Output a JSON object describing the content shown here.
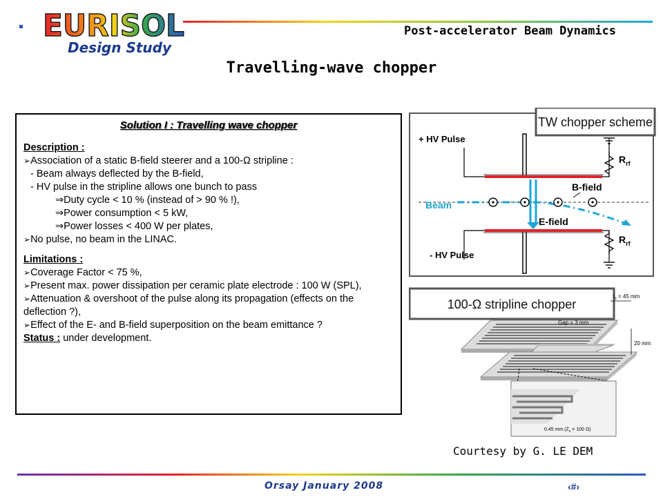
{
  "logo": {
    "main": "EURISOL",
    "sub": "Design Study"
  },
  "header": {
    "title": "Post-accelerator Beam Dynamics"
  },
  "slide": {
    "title": "Travelling-wave chopper"
  },
  "textbox": {
    "title": "Solution I : Travelling wave chopper",
    "description_heading": "Description :",
    "description_items": [
      "Association of a static B-field steerer and a 100-Ω stripline :",
      "- Beam always deflected by the B-field,",
      "- HV pulse in the stripline allows one bunch to pass",
      "Duty cycle < 10 % (instead of > 90 % !),",
      "Power consumption < 5 kW,",
      "Power losses < 400 W per plates,",
      "No pulse, no beam in the LINAC."
    ],
    "limitations_heading": "Limitations :",
    "limitations_items": [
      "Coverage Factor < 75 %,",
      "Present max. power dissipation per ceramic plate electrode : 100 W (SPL),",
      "Attenuation & overshoot of the pulse along its propagation (effects on the deflection ?),",
      "Effect of the E- and B-field superposition on the beam emittance ?"
    ],
    "status_label": "Status :",
    "status_value": " under development."
  },
  "scheme": {
    "title": "TW chopper scheme",
    "hv_plus": "+ HV Pulse",
    "hv_minus": "- HV Pulse",
    "beam": "Beam",
    "bfield": "B-field",
    "efield": "E-field",
    "rrf": "R",
    "rrf_sub": "rf"
  },
  "stripline": {
    "title": "100-Ω stripline chopper",
    "ls": "l",
    "ls_sub": "s",
    "ls_value": " = 45 mm",
    "gap": "Gap = 3 mm",
    "height": "20 mm",
    "width_label": "0.45 mm (Z",
    "width_sub": "s",
    "width_value": " = 100 Ω)"
  },
  "courtesy": "Courtesy by  G. LE DEM",
  "footer": {
    "date": "Orsay January 2008",
    "page": "‹#›"
  },
  "colors": {
    "accent_blue": "#1c3a8c",
    "beam_cyan": "#1ea6d6",
    "plate_red": "#e0242a"
  }
}
